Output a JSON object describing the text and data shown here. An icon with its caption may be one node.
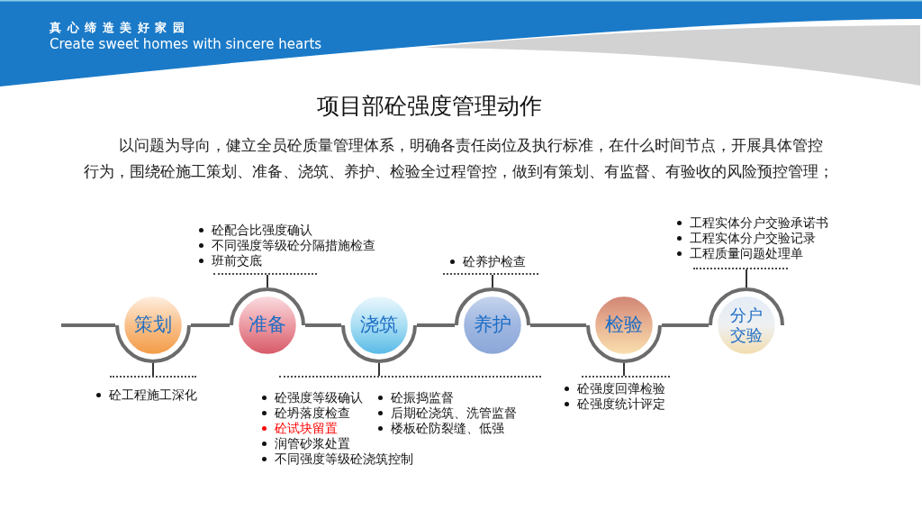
{
  "diagram": {
    "title": "项目部砼强度管理动作",
    "nodes": [
      {
        "text": [
          "砼配合比强度确认",
          "不同强度等级砼分隔措施检查",
          "班前交底"
        ]
      },
      {
        "text": [
          "砼养护检查"
        ]
      },
      {
        "text": [
          "工程实体分户交验承诺书",
          "工程实体分户交验记录",
          "工程质量问题处理单"
        ]
      },
      {
        "text": [
          "策划"
        ]
      },
      {
        "text": [
          "准备"
        ]
      },
      {
        "text": [
          "浇筑"
        ]
      },
      {
        "text": [
          "养护"
        ]
      },
      {
        "text": [
          "检验"
        ]
      },
      {
        "text": [
          "分户交验"
        ]
      },
      {
        "text": [
          "砼工程施工深化"
        ]
      },
      {
        "text": [
          "砼强度等级确认",
          "砼坍落度检查",
          "砼试块留置",
          "润管砂浆处置",
          "不同强度等级砼浇筑控制",
          "砼振捣监督",
          "后期砼浇筑、洗管监督",
          "楼板砼防裂缝、低强"
        ]
      },
      {
        "text": [
          "砼强度回弹检验",
          "砼强度统计评定"
        ]
      }
    ],
    "edges": [
      {
        "from": null,
        "to": 3,
        "arrow": "none",
        "style": "thick",
        "color": "#6b6b6b"
      },
      {
        "from": 3,
        "to": 4,
        "arrow": "none",
        "style": "thick",
        "color": "#6b6b6b"
      },
      {
        "from": 4,
        "to": 5,
        "arrow": "none",
        "style": "thick",
        "color": "#6b6b6b"
      },
      {
        "from": 5,
        "to": 6,
        "arrow": "none",
        "style": "thick",
        "color": "#6b6b6b"
      },
      {
        "from": 6,
        "to": 7,
        "arrow": "none",
        "style": "thick",
        "color": "#6b6b6b"
      },
      {
        "from": 7,
        "to": 8,
        "arrow": "none",
        "style": "thick",
        "color": "#6b6b6b"
      },
      {
        "from": 4,
        "to": 0,
        "arrow": "none"
      },
      {
        "from": 6,
        "to": 1,
        "arrow": "none"
      },
      {
        "from": 8,
        "to": 2,
        "arrow": "none"
      },
      {
        "from": 3,
        "to": 9,
        "arrow": "none"
      },
      {
        "from": 5,
        "to": 10,
        "arrow": "none"
      },
      {
        "from": 7,
        "to": 11,
        "arrow": "none"
      }
    ],
    "labels": [
      "真心缔造美好家园",
      "Create sweet homes with sincere hearts",
      "以问题为导向，健立全员砼质量管理体系，明确各责任岗位及执行标准，在什么时间节点，开展具体管控行为，围绕砼施工策划、准备、浇筑、养护、检验全过程管控，做到有策划、有监督、有验收的风险预控管理；"
    ]
  }
}
